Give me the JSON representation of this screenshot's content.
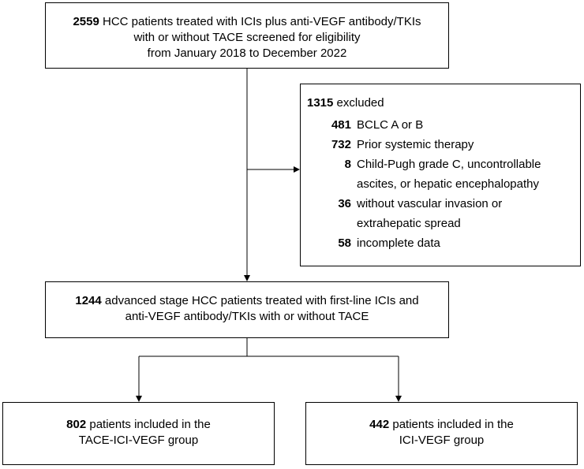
{
  "screened": {
    "count": "2559",
    "line1": "HCC patients treated with ICIs plus anti-VEGF antibody/TKIs",
    "line2": "with or without TACE screened for eligibility",
    "line3": "from January 2018 to December 2022"
  },
  "excluded": {
    "count": "1315",
    "label": "excluded",
    "items": [
      {
        "count": "481",
        "lines": [
          "BCLC A or B"
        ]
      },
      {
        "count": "732",
        "lines": [
          "Prior systemic therapy"
        ]
      },
      {
        "count": "8",
        "lines": [
          "Child-Pugh grade C, uncontrollable",
          "ascites, or hepatic encephalopathy"
        ]
      },
      {
        "count": "36",
        "lines": [
          "without vascular invasion or",
          "extrahepatic spread"
        ]
      },
      {
        "count": "58",
        "lines": [
          "incomplete data"
        ]
      }
    ]
  },
  "advanced": {
    "count": "1244",
    "line1": "advanced stage HCC patients treated with first-line ICIs and",
    "line2": "anti-VEGF antibody/TKIs with or without TACE"
  },
  "tace_group": {
    "count": "802",
    "line1": "patients included in the",
    "line2": "TACE-ICI-VEGF group"
  },
  "ici_group": {
    "count": "442",
    "line1": "patients included in the",
    "line2": "ICI-VEGF group"
  }
}
